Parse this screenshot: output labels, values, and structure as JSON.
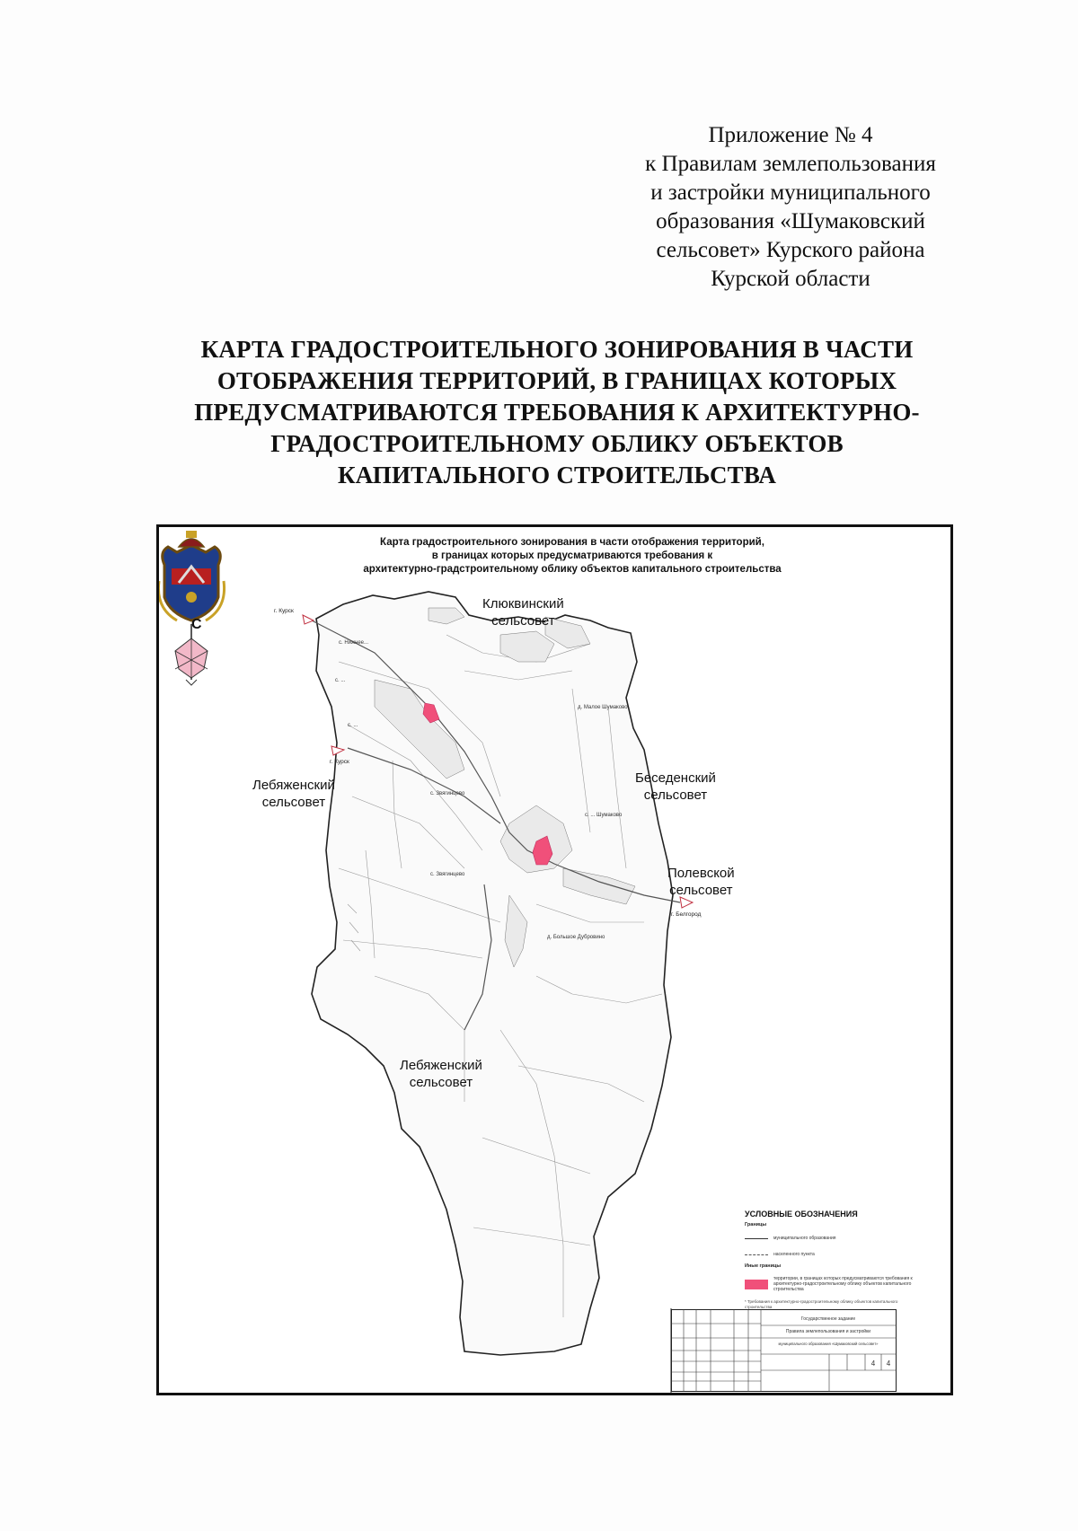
{
  "appendix": {
    "lines": [
      "Приложение № 4",
      "к Правилам землепользования",
      "и застройки муниципального",
      "образования «Шумаковский",
      "сельсовет» Курского района",
      "Курской области"
    ]
  },
  "document_title": {
    "lines": [
      "КАРТА ГРАДОСТРОИТЕЛЬНОГО ЗОНИРОВАНИЯ В ЧАСТИ",
      "ОТОБРАЖЕНИЯ ТЕРРИТОРИЙ, В ГРАНИЦАХ КОТОРЫХ",
      "ПРЕДУСМАТРИВАЮТСЯ ТРЕБОВАНИЯ К АРХИТЕКТУРНО-",
      "ГРАДОСТРОИТЕЛЬНОМУ ОБЛИКУ ОБЪЕКТОВ",
      "КАПИТАЛЬНОГО СТРОИТЕЛЬСТВА"
    ]
  },
  "map": {
    "title_lines": [
      "Карта градостроительного зонирования в части отображения территорий,",
      "в границах которых предусматриваются требования к",
      "архитектурно-градстроительному облику объектов капитального строительства"
    ],
    "compass_letter": "С",
    "regions": [
      {
        "id": "klyukvinsky",
        "lines": [
          "Клюквинский",
          "сельсовет"
        ]
      },
      {
        "id": "lebyazhensky-west",
        "lines": [
          "Лебяженский",
          "сельсовет"
        ]
      },
      {
        "id": "besedinsky",
        "lines": [
          "Беседенский",
          "сельсовет"
        ]
      },
      {
        "id": "polevskoy",
        "lines": [
          "Полевской",
          "сельсовет"
        ]
      },
      {
        "id": "lebyazhensky-south",
        "lines": [
          "Лебяженский",
          "сельсовет"
        ]
      }
    ],
    "roads": {
      "kursk_north": "г. Курск",
      "kursk_west": "г. Курск",
      "belgorod": "г. Белгород"
    },
    "places": {
      "p1": "с. Нижнее...",
      "p2": "с. ...",
      "p3": "с. ...",
      "p4": "д. Малое Шумаково",
      "p5": "с. Звягинцево",
      "p6": "с. Звягинцево",
      "p7": "с. ... Шумаково",
      "p8": "д. Большое Дубровино"
    },
    "legend": {
      "title": "УСЛОВНЫЕ ОБОЗНАЧЕНИЯ",
      "boundaries_header": "Границы",
      "boundary_municipal": "муниципального образования",
      "boundary_settlement": "населенного пункта",
      "other_header": "Иные границы",
      "zone_text": "территории, в границах которых предусматриваются требования к архитектурно-градостроительному облику объектов капитального строительства",
      "note": "* Требования к архитектурно-градостроительному облику объектов капитального строительства"
    },
    "stamp": {
      "header": "Государственное задание",
      "org": "Правила землепользования и застройки",
      "mo": "муниципального образования «Шумаковский сельсовет»",
      "sheet": "4",
      "sheets": "4"
    }
  }
}
